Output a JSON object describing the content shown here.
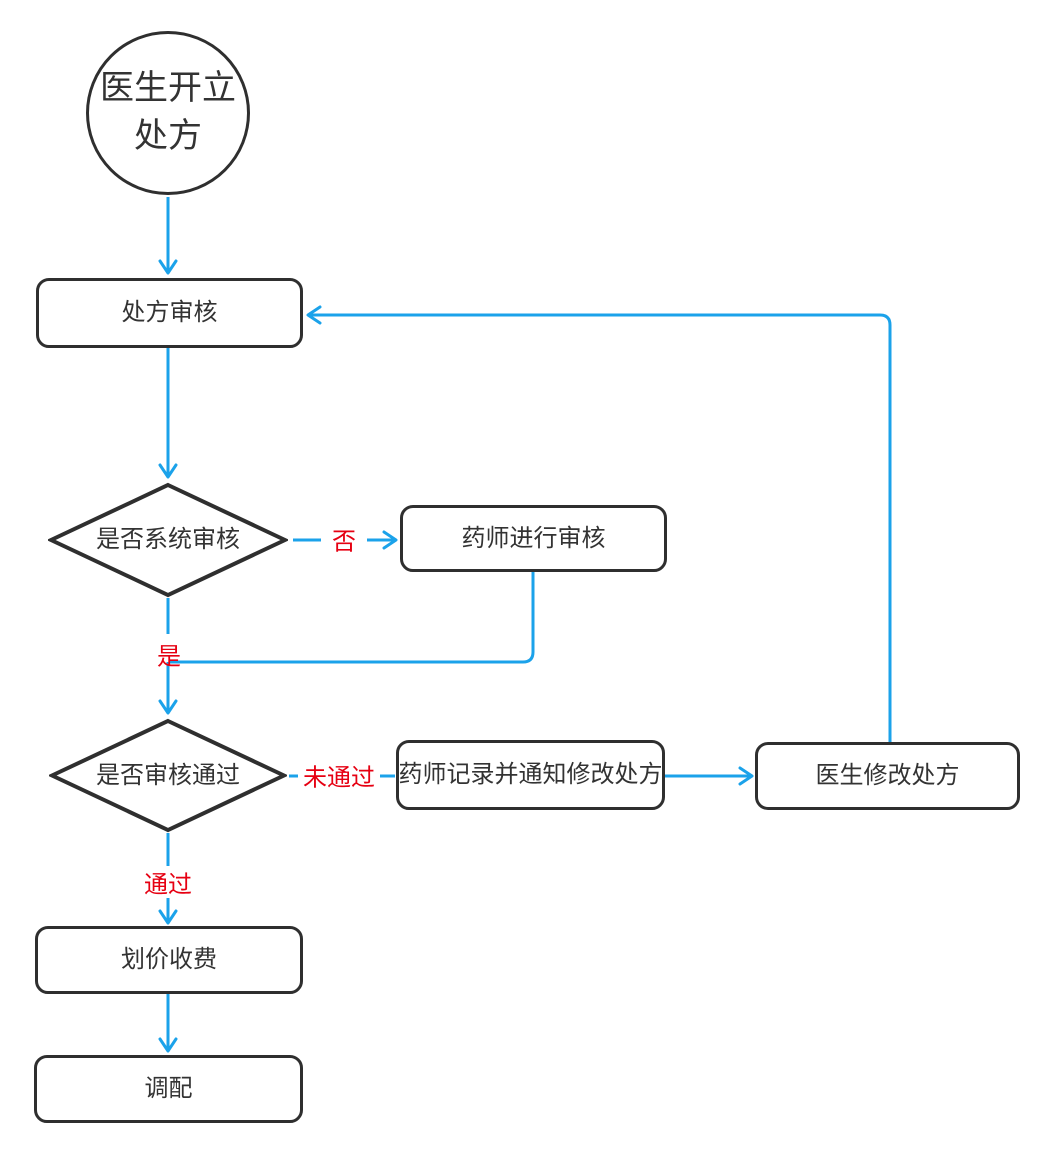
{
  "diagram": {
    "nodes": {
      "start": {
        "label": "医生开立处方",
        "shape": "circle"
      },
      "review": {
        "label": "处方审核",
        "shape": "rounded-rect"
      },
      "is_system_review": {
        "label": "是否系统审核",
        "shape": "diamond"
      },
      "pharmacist_review": {
        "label": "药师进行审核",
        "shape": "rounded-rect"
      },
      "is_review_passed": {
        "label": "是否审核通过",
        "shape": "diamond"
      },
      "record_notify": {
        "label": "药师记录并通知修改处方",
        "shape": "rounded-rect"
      },
      "doctor_modify": {
        "label": "医生修改处方",
        "shape": "rounded-rect"
      },
      "pricing": {
        "label": "划价收费",
        "shape": "rounded-rect"
      },
      "dispense": {
        "label": "调配",
        "shape": "rounded-rect"
      }
    },
    "edge_labels": {
      "no": "否",
      "yes": "是",
      "not_passed": "未通过",
      "passed": "通过"
    }
  },
  "colors": {
    "accent": "#1ba2ea",
    "stroke": "#2f2f2f",
    "text": "#333333",
    "label": "#e60012",
    "background": "#ffffff"
  }
}
